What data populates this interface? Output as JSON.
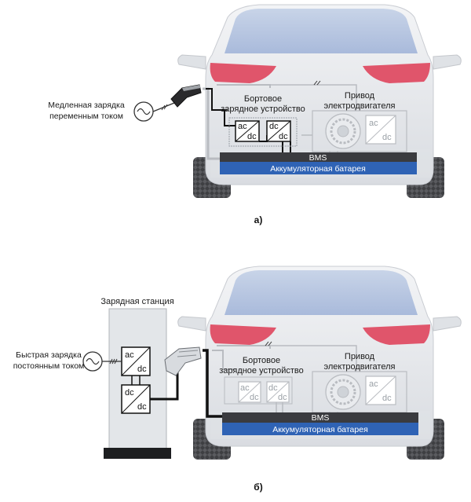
{
  "diagram_a": {
    "source_label_line1": "Медленная зарядка",
    "source_label_line2": "переменным током",
    "charger_label_line1": "Бортовое",
    "charger_label_line2": "зарядное устройство",
    "drive_label_line1": "Привод",
    "drive_label_line2": "электродвигателя",
    "conv1_top": "ac",
    "conv1_bottom": "dc",
    "conv2_top": "dc",
    "conv2_bottom": "dc",
    "drive_conv_top": "ac",
    "drive_conv_bottom": "dc",
    "bms": "BMS",
    "battery": "Аккумуляторная батарея",
    "caption": "а)"
  },
  "diagram_b": {
    "station_label": "Зарядная станция",
    "source_label_line1": "Быстрая зарядка",
    "source_label_line2": "постоянным током",
    "station_conv1_top": "ac",
    "station_conv1_bottom": "dc",
    "station_conv2_top": "dc",
    "station_conv2_bottom": "dc",
    "charger_label_line1": "Бортовое",
    "charger_label_line2": "зарядное устройство",
    "drive_label_line1": "Привод",
    "drive_label_line2": "электродвигателя",
    "conv1_top": "ac",
    "conv1_bottom": "dc",
    "conv2_top": "dc",
    "conv2_bottom": "dc",
    "drive_conv_top": "ac",
    "drive_conv_bottom": "dc",
    "bms": "BMS",
    "battery": "Аккумуляторная батарея",
    "caption": "б)"
  },
  "colors": {
    "car_body": "#e6e8ec",
    "rear_window": "#b9c7de",
    "tail_light": "#e0556b",
    "bms_bar": "#3a3b3f",
    "battery_bar": "#2f63b5",
    "station": "#e3e6e9"
  }
}
